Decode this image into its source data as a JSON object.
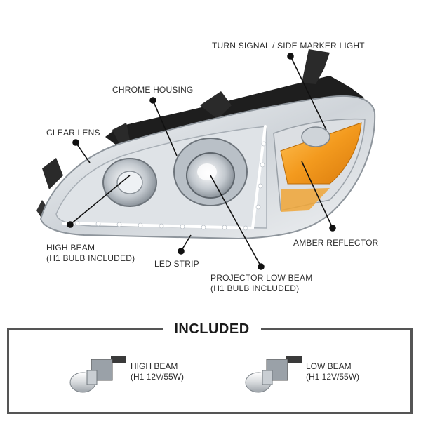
{
  "labels": {
    "turn_signal": "TURN SIGNAL / SIDE MARKER LIGHT",
    "chrome_housing": "CHROME HOUSING",
    "clear_lens": "CLEAR LENS",
    "high_beam_line1": "HIGH BEAM",
    "high_beam_line2": "(H1 BULB INCLUDED)",
    "led_strip": "LED STRIP",
    "projector_line1": "PROJECTOR LOW BEAM",
    "projector_line2": "(H1 BULB INCLUDED)",
    "amber_reflector": "AMBER REFLECTOR"
  },
  "included": {
    "title": "INCLUDED",
    "bulbs": [
      {
        "line1": "HIGH BEAM",
        "line2": "(H1 12V/55W)"
      },
      {
        "line1": "LOW BEAM",
        "line2": "(H1 12V/55W)"
      }
    ]
  },
  "colors": {
    "amber": "#f39a1e",
    "chrome": "#c9cdd2",
    "housing_dark": "#1e1e1e",
    "pointer": "#111111",
    "frame": "#555555"
  }
}
